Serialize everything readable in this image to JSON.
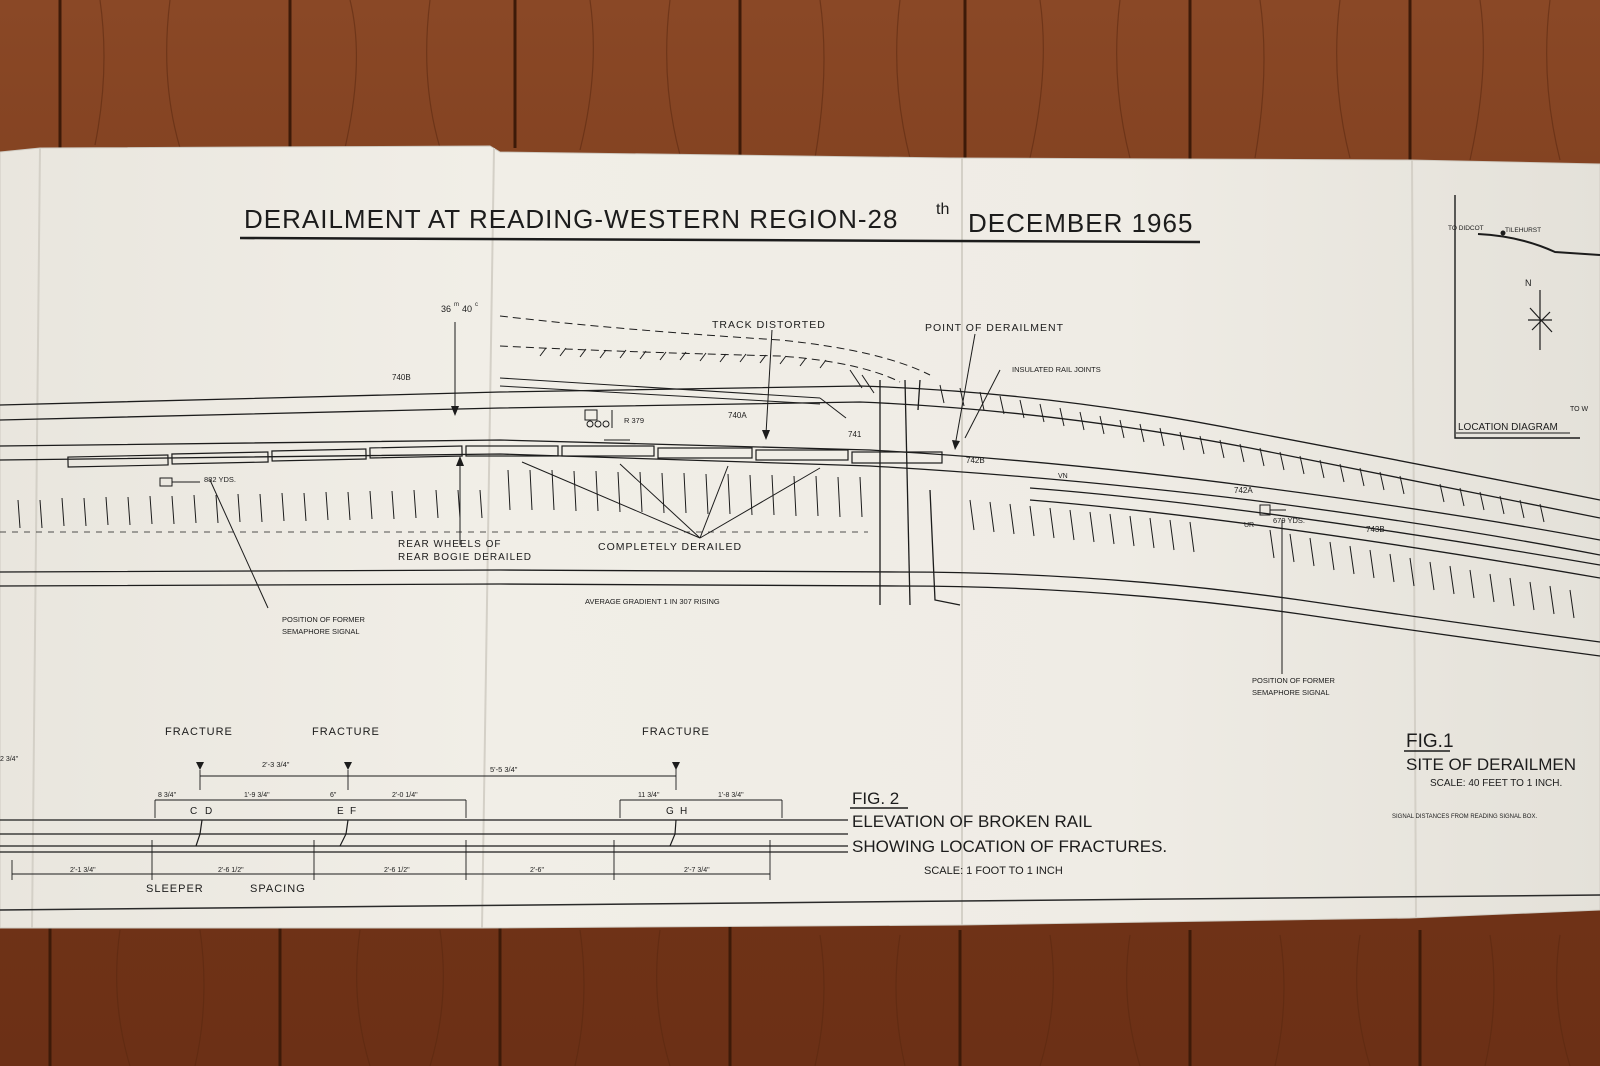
{
  "title": {
    "main": "DERAILMENT AT READING-WESTERN REGION-28",
    "sup": "th",
    "date": "DECEMBER 1965"
  },
  "mileage": {
    "miles": "36",
    "miles_sup": "m",
    "chains": "40",
    "chains_sup": "c"
  },
  "labels": {
    "track_distorted": "TRACK DISTORTED",
    "point_of_derailment": "POINT OF DERAILMENT",
    "insulated_rail_joints": "INSULATED RAIL JOINTS",
    "rear_wheels_line1": "REAR WHEELS OF",
    "rear_wheels_line2": "REAR BOGIE DERAILED",
    "completely_derailed": "COMPLETELY DERAILED",
    "gradient": "AVERAGE GRADIENT 1 IN 307 RISING",
    "former_signal_line1": "POSITION OF FORMER",
    "former_signal_line2": "SEMAPHORE SIGNAL"
  },
  "signals": [
    "740B",
    "740A",
    "741",
    "742B",
    "742A",
    "743B",
    "R 379"
  ],
  "distances": {
    "left": "882 YDS.",
    "right": "679 YDS."
  },
  "line_codes": {
    "vn": "VN",
    "ur": "UR"
  },
  "location_diagram": {
    "title": "LOCATION DIAGRAM",
    "didcot": "TO DIDCOT",
    "tilehurst": "TILEHURST",
    "north": "N",
    "to_west": "TO W"
  },
  "fig1": {
    "label": "FIG.1",
    "title": "SITE OF DERAILMEN",
    "scale": "SCALE: 40 FEET TO 1 INCH.",
    "note": "SIGNAL DISTANCES FROM READING SIGNAL BOX."
  },
  "fig2": {
    "label": "FIG. 2",
    "line1": "ELEVATION OF BROKEN RAIL",
    "line2": "SHOWING LOCATION OF FRACTURES.",
    "scale": "SCALE: 1 FOOT TO 1 INCH"
  },
  "fractures": [
    "FRACTURE",
    "FRACTURE",
    "FRACTURE"
  ],
  "fracture_letters": [
    "C",
    "D",
    "E",
    "F",
    "G",
    "H"
  ],
  "upper_dims": [
    "2'-3 3/4\"",
    "5'-5 3/4\"",
    "8 3/4\"",
    "1'-9 3/4\"",
    "6\"",
    "2'-0 1/4\"",
    "11 3/4\"",
    "1'-8 3/4\""
  ],
  "lower_dims": [
    "2'-1 3/4\"",
    "2'-6 1/2\"",
    "2'-6 1/2\"",
    "2'-6\"",
    "2'-7 3/4\""
  ],
  "edge_dim": "2 3/4\"",
  "sleeper_spacing": {
    "word1": "SLEEPER",
    "word2": "SPACING"
  },
  "colors": {
    "wood": "#7a3b1f",
    "paper": "#eeebe4",
    "ink": "#1c1c1c"
  }
}
